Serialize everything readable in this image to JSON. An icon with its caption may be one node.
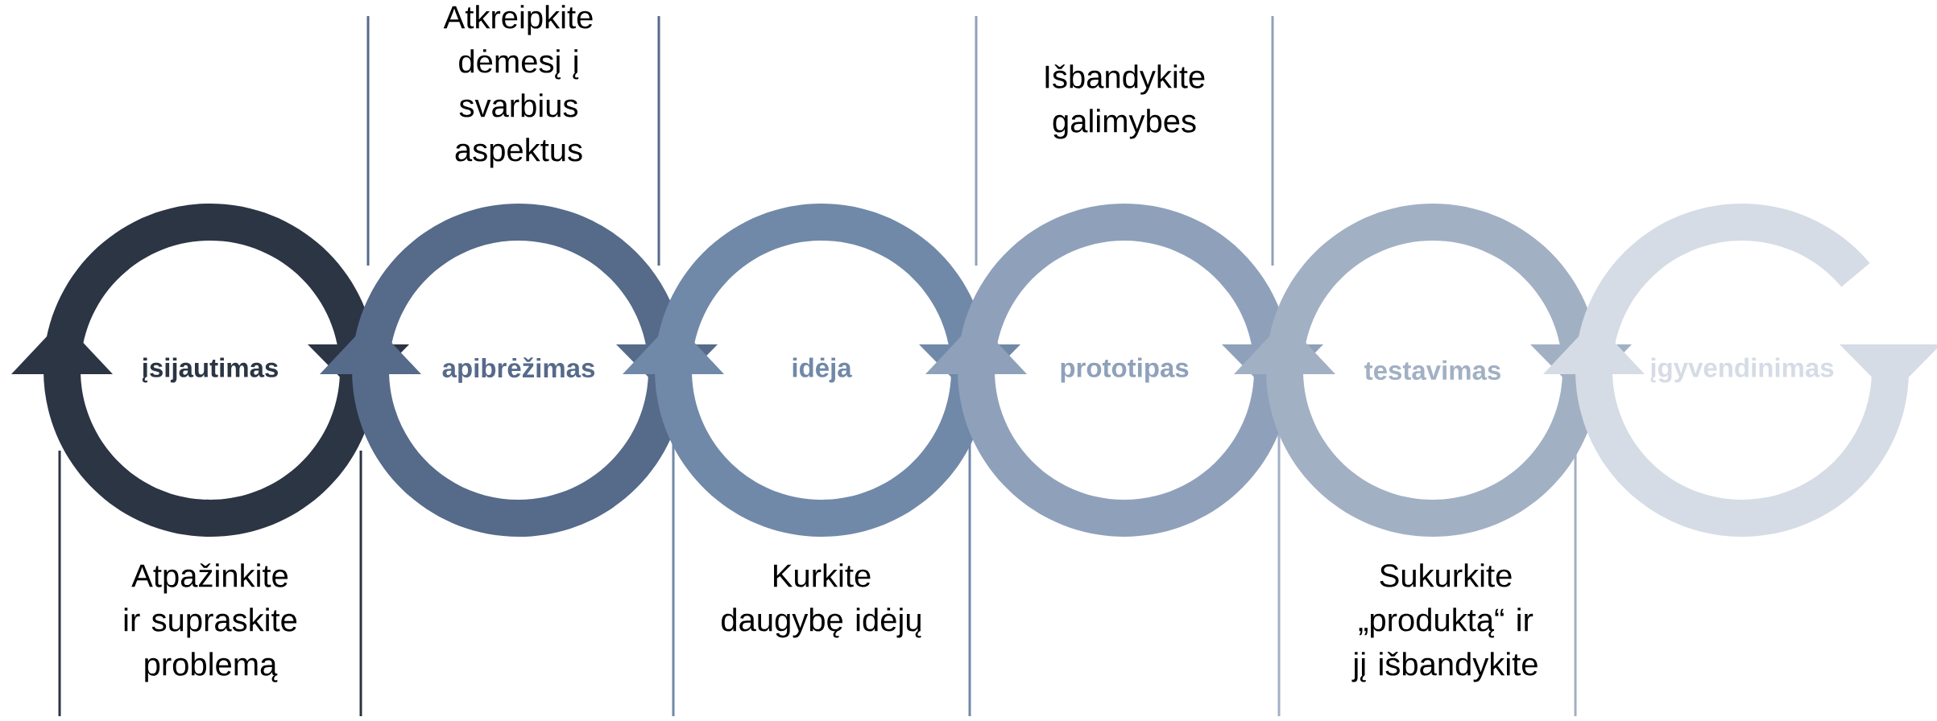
{
  "diagram": {
    "nodes": [
      {
        "text": [
          "įsijautimas"
        ],
        "beside": [
          "Atpažinkite ir supraskite problemą"
        ]
      },
      {
        "text": [
          "apibrėžimas"
        ],
        "beside": [
          "Atkreipkite dėmesį į svarbius aspektus"
        ]
      },
      {
        "text": [
          "idėja"
        ],
        "beside": [
          "Kurkite daugybę idėjų"
        ]
      },
      {
        "text": [
          "prototipas"
        ],
        "beside": [
          "Išbandykite galimybes"
        ]
      },
      {
        "text": [
          "testavimas"
        ],
        "beside": [
          "Sukurkite „produktą“ ir jį išbandykite"
        ]
      },
      {
        "text": [
          "įgyvendinimas"
        ]
      }
    ]
  }
}
